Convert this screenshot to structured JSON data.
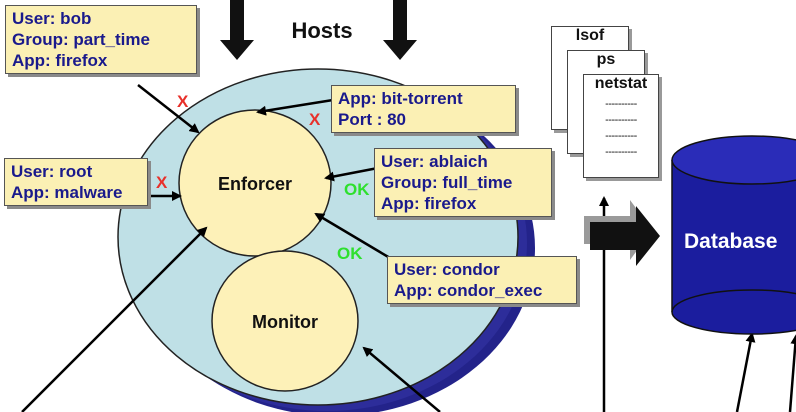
{
  "diagram": {
    "hosts_title": "Hosts",
    "enforcer_label": "Enforcer",
    "monitor_label": "Monitor",
    "database_label": "Database",
    "rule_boxes": {
      "bob": {
        "line1": "User: bob",
        "line2": "Group: part_time",
        "line3": "App: firefox"
      },
      "bittorrent": {
        "line1": "App: bit-torrent",
        "line2": "Port : 80"
      },
      "root": {
        "line1": "User: root",
        "line2": "App: malware"
      },
      "ablaich": {
        "line1": "User: ablaich",
        "line2": "Group: full_time",
        "line3": "App: firefox"
      },
      "condor": {
        "line1": "User: condor",
        "line2": "App: condor_exec"
      }
    },
    "marks": {
      "deny": "X",
      "allow": "OK"
    },
    "documents": {
      "lsof": "lsof",
      "ps": "ps",
      "netstat": "netstat",
      "dash": "----------"
    },
    "colors": {
      "box_fill": "#fbf0b4",
      "box_text": "#1a1a8c",
      "host_circle": "#bfe0e6",
      "host_shadow": "#23238a",
      "node_fill": "#fdf1b8",
      "database": "#1b1d9e",
      "deny": "#e8302a",
      "allow": "#2ee02e"
    }
  }
}
